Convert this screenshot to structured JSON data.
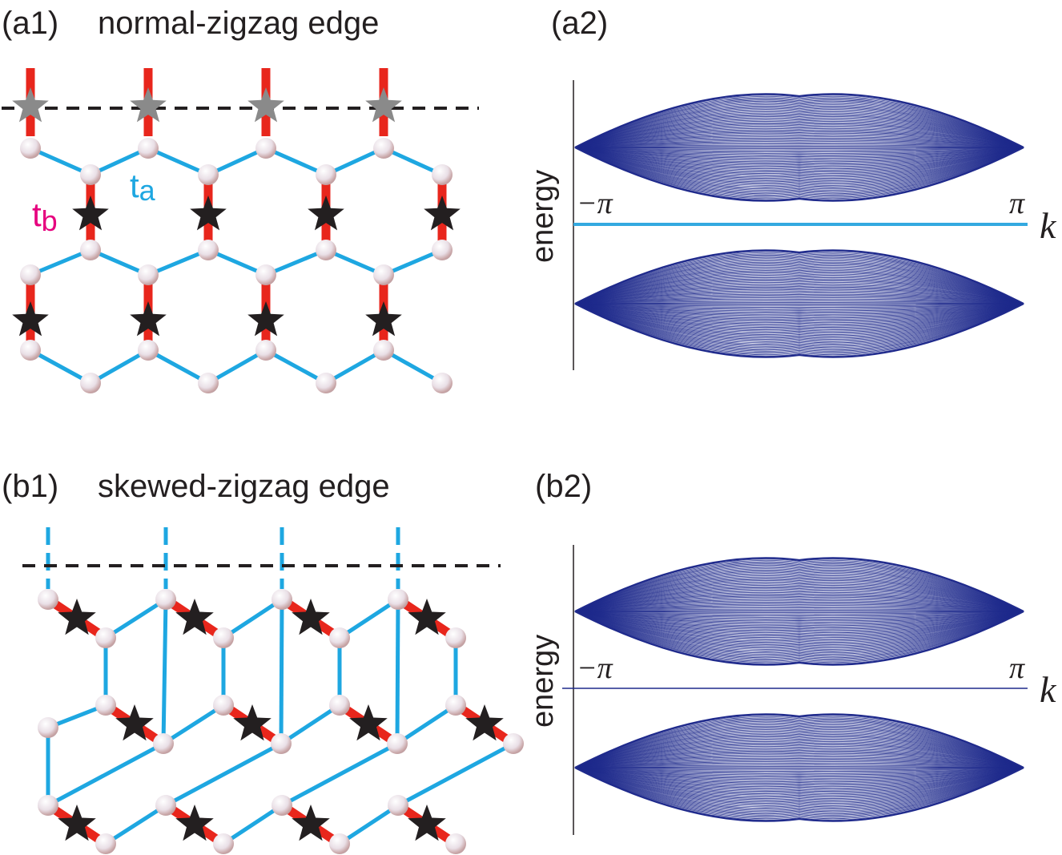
{
  "panels": {
    "a1": {
      "tag": "(a1)",
      "title": "normal-zigzag edge"
    },
    "a2": {
      "tag": "(a2)"
    },
    "b1": {
      "tag": "(b1)",
      "title": "skewed-zigzag edge"
    },
    "b2": {
      "tag": "(b2)"
    }
  },
  "hoppings": {
    "ta_base": "t",
    "ta_sub": "a",
    "tb_base": "t",
    "tb_sub": "b"
  },
  "spectra": {
    "a2": {
      "ylabel": "energy",
      "xlabel": "k",
      "k_min_label": "−π",
      "k_max_label": "π",
      "edge_state": "flat"
    },
    "b2": {
      "ylabel": "energy",
      "xlabel": "k",
      "k_min_label": "−π",
      "k_max_label": "π",
      "edge_state": "none"
    }
  },
  "colors": {
    "ta_bond": "#1ea7e1",
    "tb_bond": "#e8261c",
    "tb_label": "#e6007e",
    "band": "#1f2a8c",
    "flat_band": "#33a9e0",
    "star_bulk": "#231f20",
    "star_edge": "#8a8a8a",
    "edge_line": "#231f20"
  }
}
